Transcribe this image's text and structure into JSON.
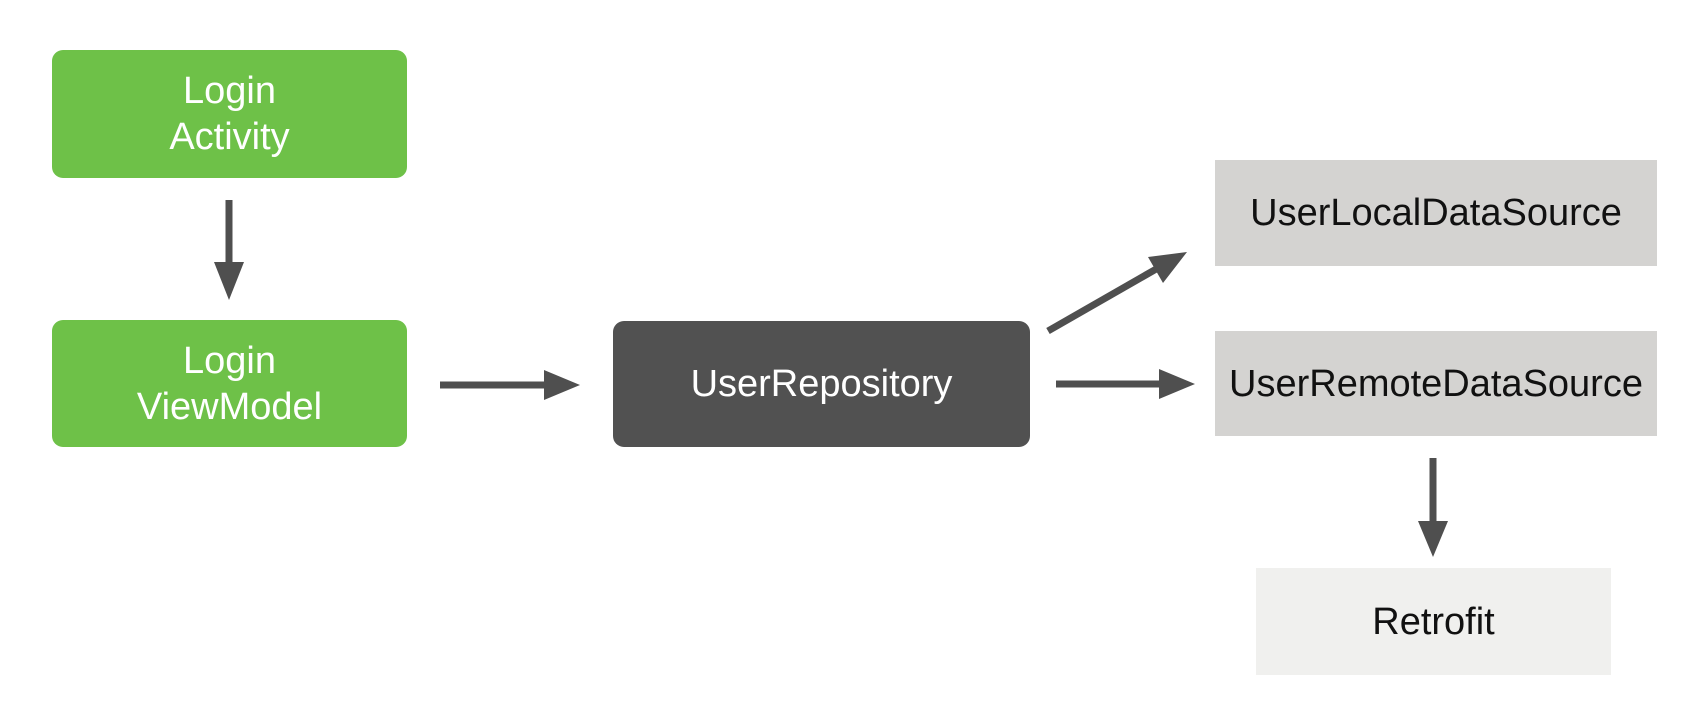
{
  "diagram": {
    "type": "architecture-flow",
    "background": "#FFFFFF"
  },
  "colors": {
    "green": "#6EC148",
    "dark_gray": "#515151",
    "light_gray": "#D4D3D1",
    "lighter_gray": "#F0F0EE",
    "arrow": "#4F4F4F",
    "text_on_dark": "#FFFFFF",
    "text_on_light": "#111111",
    "background": "#FFFFFF"
  },
  "nodes": {
    "login_activity": {
      "lines": [
        "Login",
        "Activity"
      ],
      "fill": "green",
      "shape": "rounded"
    },
    "login_viewmodel": {
      "lines": [
        "Login",
        "ViewModel"
      ],
      "fill": "green",
      "shape": "rounded"
    },
    "user_repository": {
      "lines": [
        "UserRepository"
      ],
      "fill": "dark_gray",
      "shape": "rounded"
    },
    "user_local_data_source": {
      "lines": [
        "UserLocalDataSource"
      ],
      "fill": "light_gray",
      "shape": "rect"
    },
    "user_remote_data_source": {
      "lines": [
        "UserRemoteDataSource"
      ],
      "fill": "light_gray",
      "shape": "rect"
    },
    "retrofit": {
      "lines": [
        "Retrofit"
      ],
      "fill": "lighter_gray",
      "shape": "rect"
    }
  },
  "edges": [
    {
      "from": "login_activity",
      "to": "login_viewmodel",
      "direction": "down"
    },
    {
      "from": "login_viewmodel",
      "to": "user_repository",
      "direction": "right"
    },
    {
      "from": "user_repository",
      "to": "user_local_data_source",
      "direction": "up-right"
    },
    {
      "from": "user_repository",
      "to": "user_remote_data_source",
      "direction": "right"
    },
    {
      "from": "user_remote_data_source",
      "to": "retrofit",
      "direction": "down"
    }
  ]
}
